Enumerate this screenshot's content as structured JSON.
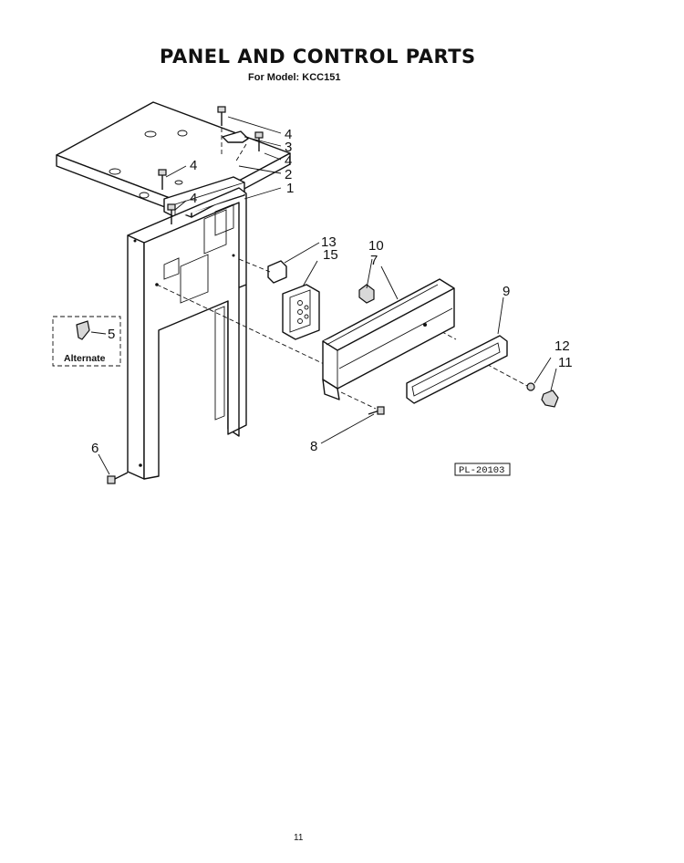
{
  "title": "PANEL AND CONTROL PARTS",
  "subtitle": "For Model: KCC151",
  "diagram": {
    "part_labels": {
      "p1": "1",
      "p2": "2",
      "p3": "3",
      "p4a": "4",
      "p4b": "4",
      "p4c": "4",
      "p4d": "4",
      "p5": "5",
      "p6": "6",
      "p7": "7",
      "p8": "8",
      "p9": "9",
      "p10": "10",
      "p11": "11",
      "p12": "12",
      "p13": "13",
      "p15": "15"
    },
    "alternate_label": "Alternate",
    "reference_code": "PL-20103"
  },
  "page_number": "11"
}
